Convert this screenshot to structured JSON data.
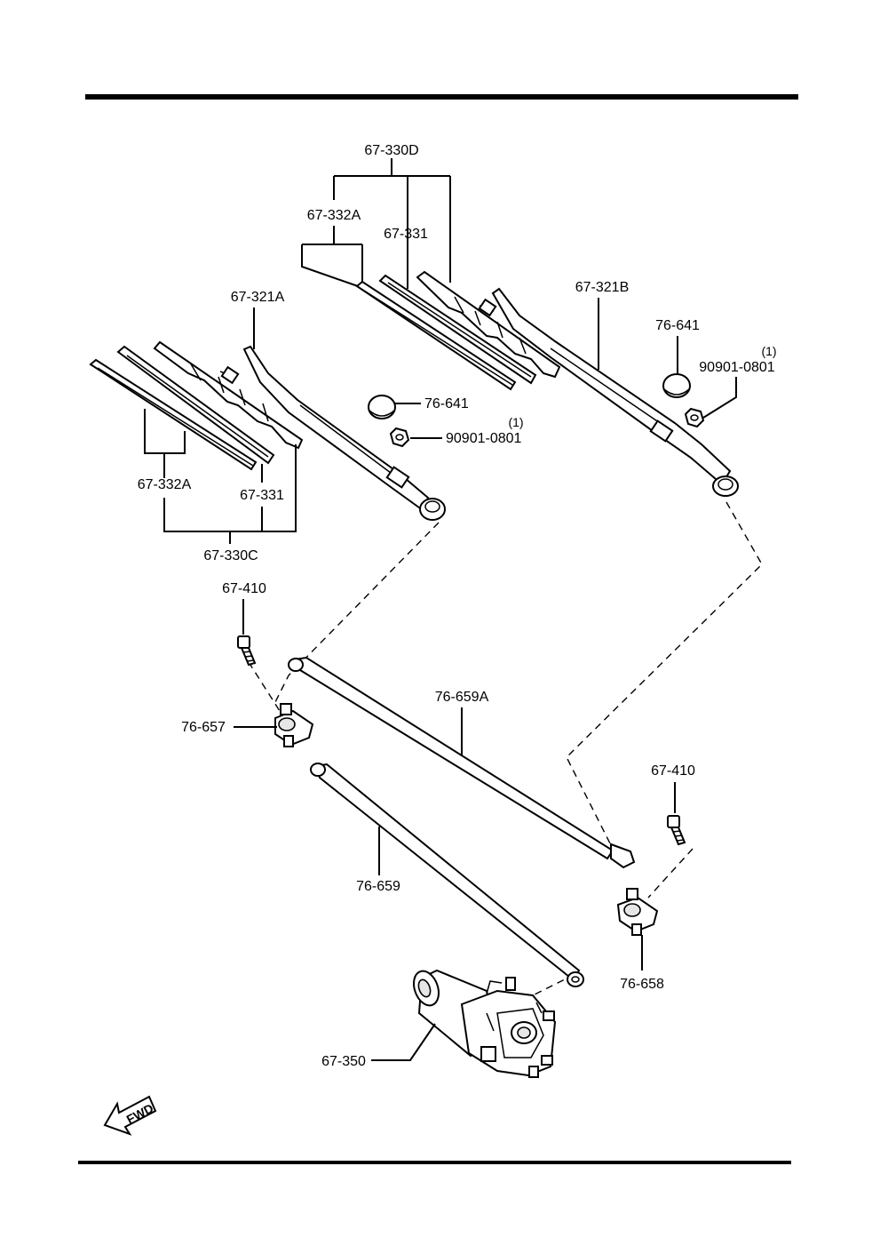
{
  "diagram": {
    "fwd_label": "FWD",
    "callouts": {
      "assy_d": "67-330D",
      "refill_d": "67-332A",
      "blade_d": "67-331",
      "arm_right": "67-321B",
      "cap_right": "76-641",
      "nut_right": "90901-0801",
      "nut_right_qty": "(1)",
      "arm_left": "67-321A",
      "cap_left": "76-641",
      "nut_left": "90901-0801",
      "nut_left_qty": "(1)",
      "refill_c": "67-332A",
      "blade_c": "67-331",
      "assy_c": "67-330C",
      "bolt_left": "67-410",
      "pivot_left": "76-657",
      "link_long": "76-659A",
      "bolt_right": "67-410",
      "link_short": "76-659",
      "pivot_right": "76-658",
      "motor": "67-350"
    }
  }
}
